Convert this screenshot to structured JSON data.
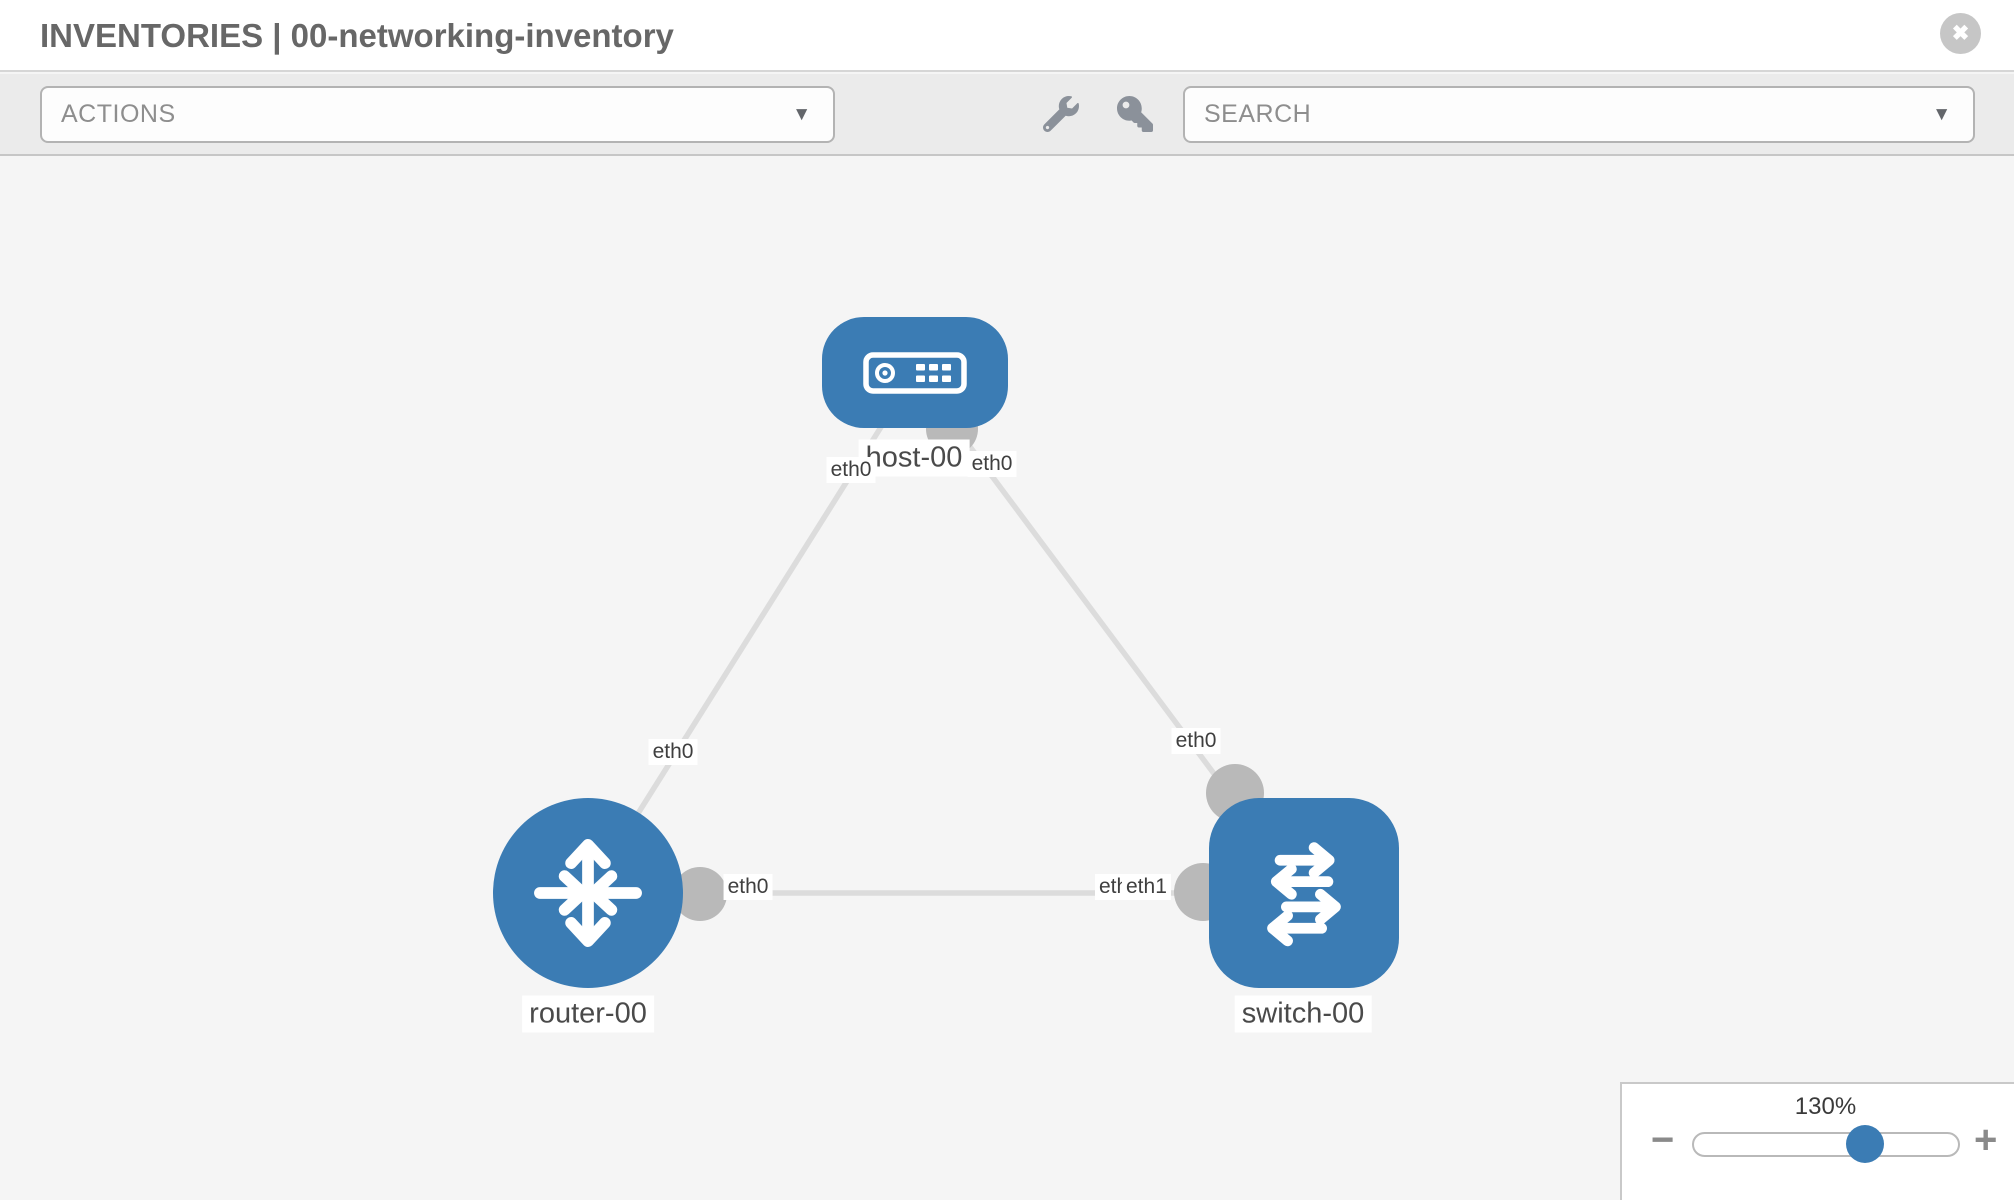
{
  "header": {
    "title": "INVENTORIES | 00-networking-inventory"
  },
  "icons": {
    "close": "✖",
    "caret": "▼",
    "wrench": "wrench-icon",
    "key": "key-icon",
    "minus": "−",
    "plus": "+"
  },
  "toolbar": {
    "actions_label": "ACTIONS",
    "search_label": "SEARCH"
  },
  "canvas": {
    "nodes": [
      {
        "name": "host-00",
        "type": "host"
      },
      {
        "name": "router-00",
        "type": "router"
      },
      {
        "name": "switch-00",
        "type": "switch"
      }
    ],
    "links": [
      {
        "source": "host-00",
        "source_interface": "eth0",
        "target": "router-00",
        "target_interface": "eth0"
      },
      {
        "source": "host-00",
        "source_interface": "eth0",
        "target": "switch-00",
        "target_interface": "eth0"
      },
      {
        "source": "router-00",
        "source_interface": "eth0",
        "target": "switch-00",
        "target_interface": "eth1",
        "target_interface_overlapped": "eth0"
      }
    ]
  },
  "zoom_control": {
    "level": "130%"
  },
  "colors": {
    "node_blue": "#3b7cb4",
    "link_gray": "#dcdcdc",
    "connector_gray": "#b9b9b9",
    "toolbar_gray": "#ebebeb",
    "canvas_gray": "#f5f5f5",
    "icon_gray": "#8b919a"
  }
}
